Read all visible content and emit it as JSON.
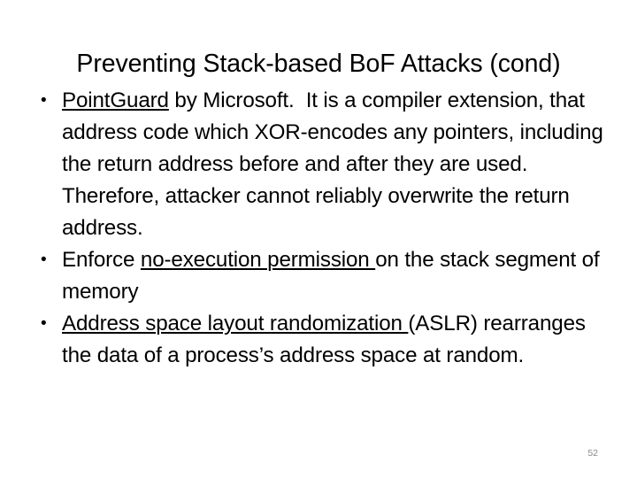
{
  "slide": {
    "title": "Preventing Stack-based BoF Attacks (cond)",
    "page_number": "52",
    "background_color": "#ffffff",
    "text_color": "#000000",
    "page_number_color": "#8a8a8a",
    "bullets": [
      {
        "id": "pointguard",
        "segments": [
          {
            "text": "PointGuard",
            "underline": true
          },
          {
            "text": " by Microsoft.  It is a compiler extension, that address code which XOR-encodes any pointers, including the return address before and after they are used. Therefore, attacker cannot reliably overwrite the return address.",
            "underline": false
          }
        ]
      },
      {
        "id": "no-execution-permission",
        "segments": [
          {
            "text": "Enforce ",
            "underline": false
          },
          {
            "text": "no-execution permission ",
            "underline": true
          },
          {
            "text": "on the stack segment of memory",
            "underline": false
          }
        ]
      },
      {
        "id": "aslr",
        "segments": [
          {
            "text": "Address space layout randomization ",
            "underline": true
          },
          {
            "text": "(ASLR) rearranges the data of a process’s address space at random.",
            "underline": false
          }
        ]
      }
    ]
  }
}
